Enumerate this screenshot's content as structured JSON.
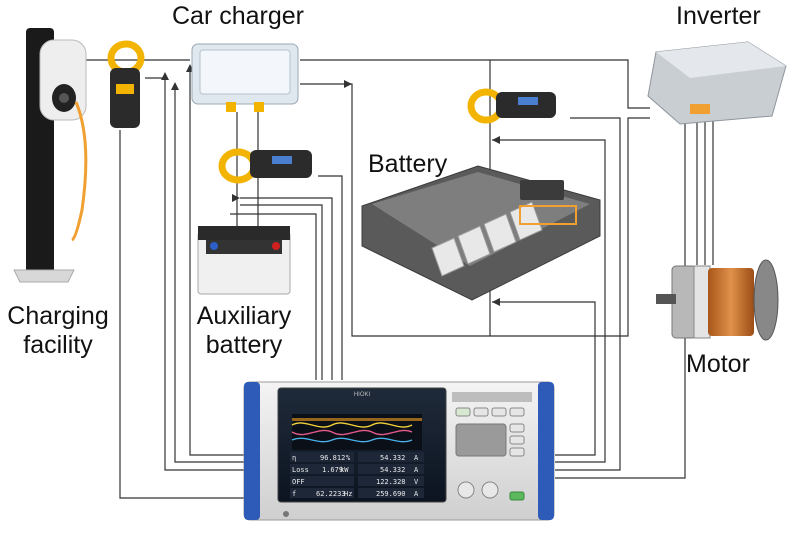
{
  "labels": {
    "car_charger": "Car charger",
    "inverter": "Inverter",
    "battery": "Battery",
    "charging_facility_line1": "Charging",
    "charging_facility_line2": "facility",
    "auxiliary_battery_line1": "Auxiliary",
    "auxiliary_battery_line2": "battery",
    "motor": "Motor"
  },
  "analyzer": {
    "brand": "HIOKI",
    "readings": [
      {
        "label": "η",
        "value": "96.812",
        "unit": "%"
      },
      {
        "label": "Loss",
        "value": "1.679",
        "unit": "kW"
      },
      {
        "label": "OFF",
        "value": "",
        "unit": ""
      },
      {
        "label": "f",
        "value": "62.2233",
        "unit": "Hz"
      }
    ],
    "readings_right": [
      {
        "value": "54.332",
        "unit": "A"
      },
      {
        "value": "54.332",
        "unit": "A"
      },
      {
        "value": "122.328",
        "unit": "V"
      },
      {
        "value": "259.690",
        "unit": "A"
      }
    ]
  },
  "colors": {
    "wire": "#333333",
    "cable_orange": "#f0a030",
    "clamp_yellow": "#f2b400",
    "analyzer_blue": "#2f5bb8"
  }
}
